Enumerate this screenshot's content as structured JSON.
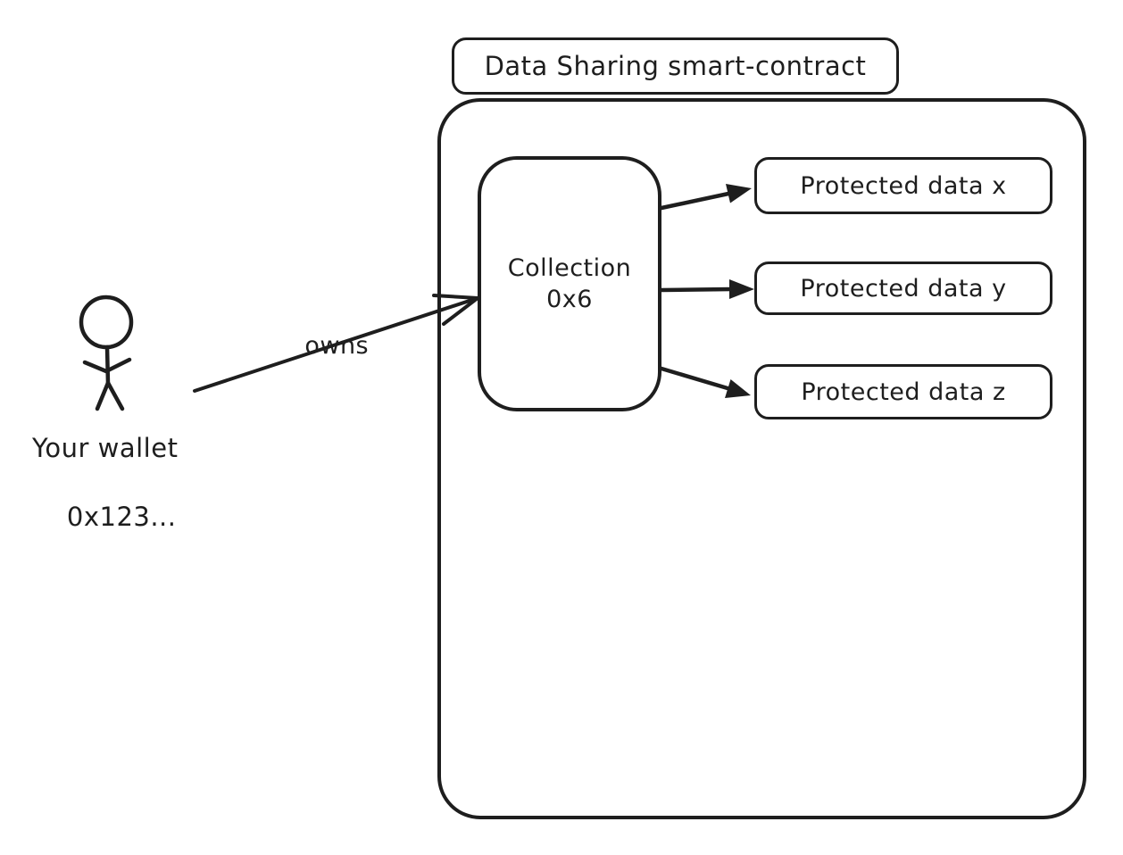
{
  "diagram": {
    "background_color": "#ffffff",
    "stroke_color": "#1e1e1e",
    "contract": {
      "title": "Data Sharing smart-contract"
    },
    "collection": {
      "line1": "Collection",
      "line2": "0x6"
    },
    "protected_data": [
      {
        "label": "Protected data x"
      },
      {
        "label": "Protected data y"
      },
      {
        "label": "Protected data z"
      }
    ],
    "wallet": {
      "line1": "Your wallet",
      "line2": "0x123..."
    },
    "relationship_label": "owns"
  }
}
